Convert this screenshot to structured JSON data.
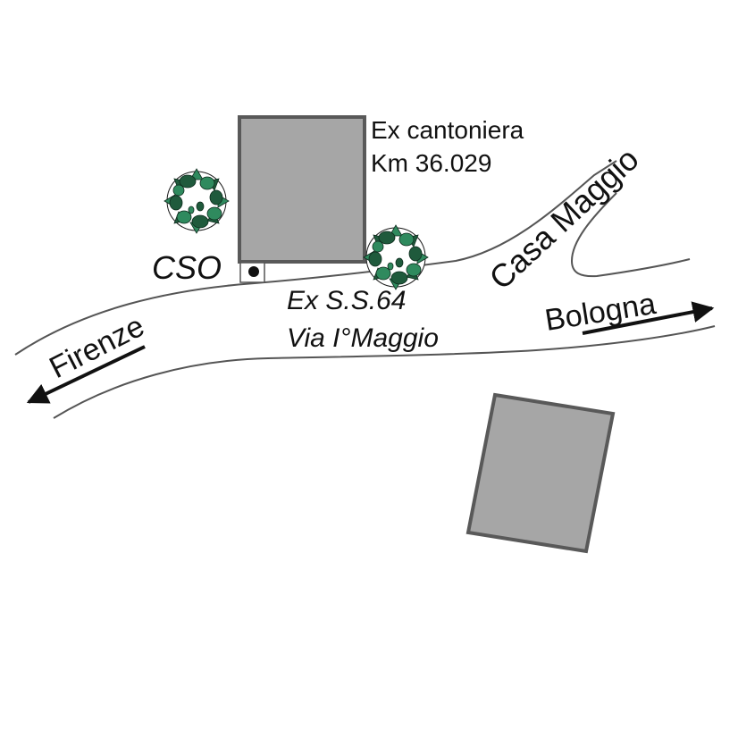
{
  "labels": {
    "building_name": "Ex cantoniera",
    "building_km": "Km 36.029",
    "cso": "CSO",
    "road_code": "Ex S.S.64",
    "road_name": "Via I°Maggio",
    "side_road": "Casa Maggio",
    "direction_west": "Firenze",
    "direction_east": "Bologna"
  },
  "colors": {
    "building_fill": "#a6a6a6",
    "building_stroke": "#595959",
    "road_line": "#555555",
    "tree_dark": "#1f5a3c",
    "tree_light": "#2f8a5e",
    "arrow": "#111111"
  },
  "icons": {
    "tree": "tree-icon",
    "cso_marker": "dot-marker-icon",
    "arrow": "direction-arrow-icon"
  }
}
